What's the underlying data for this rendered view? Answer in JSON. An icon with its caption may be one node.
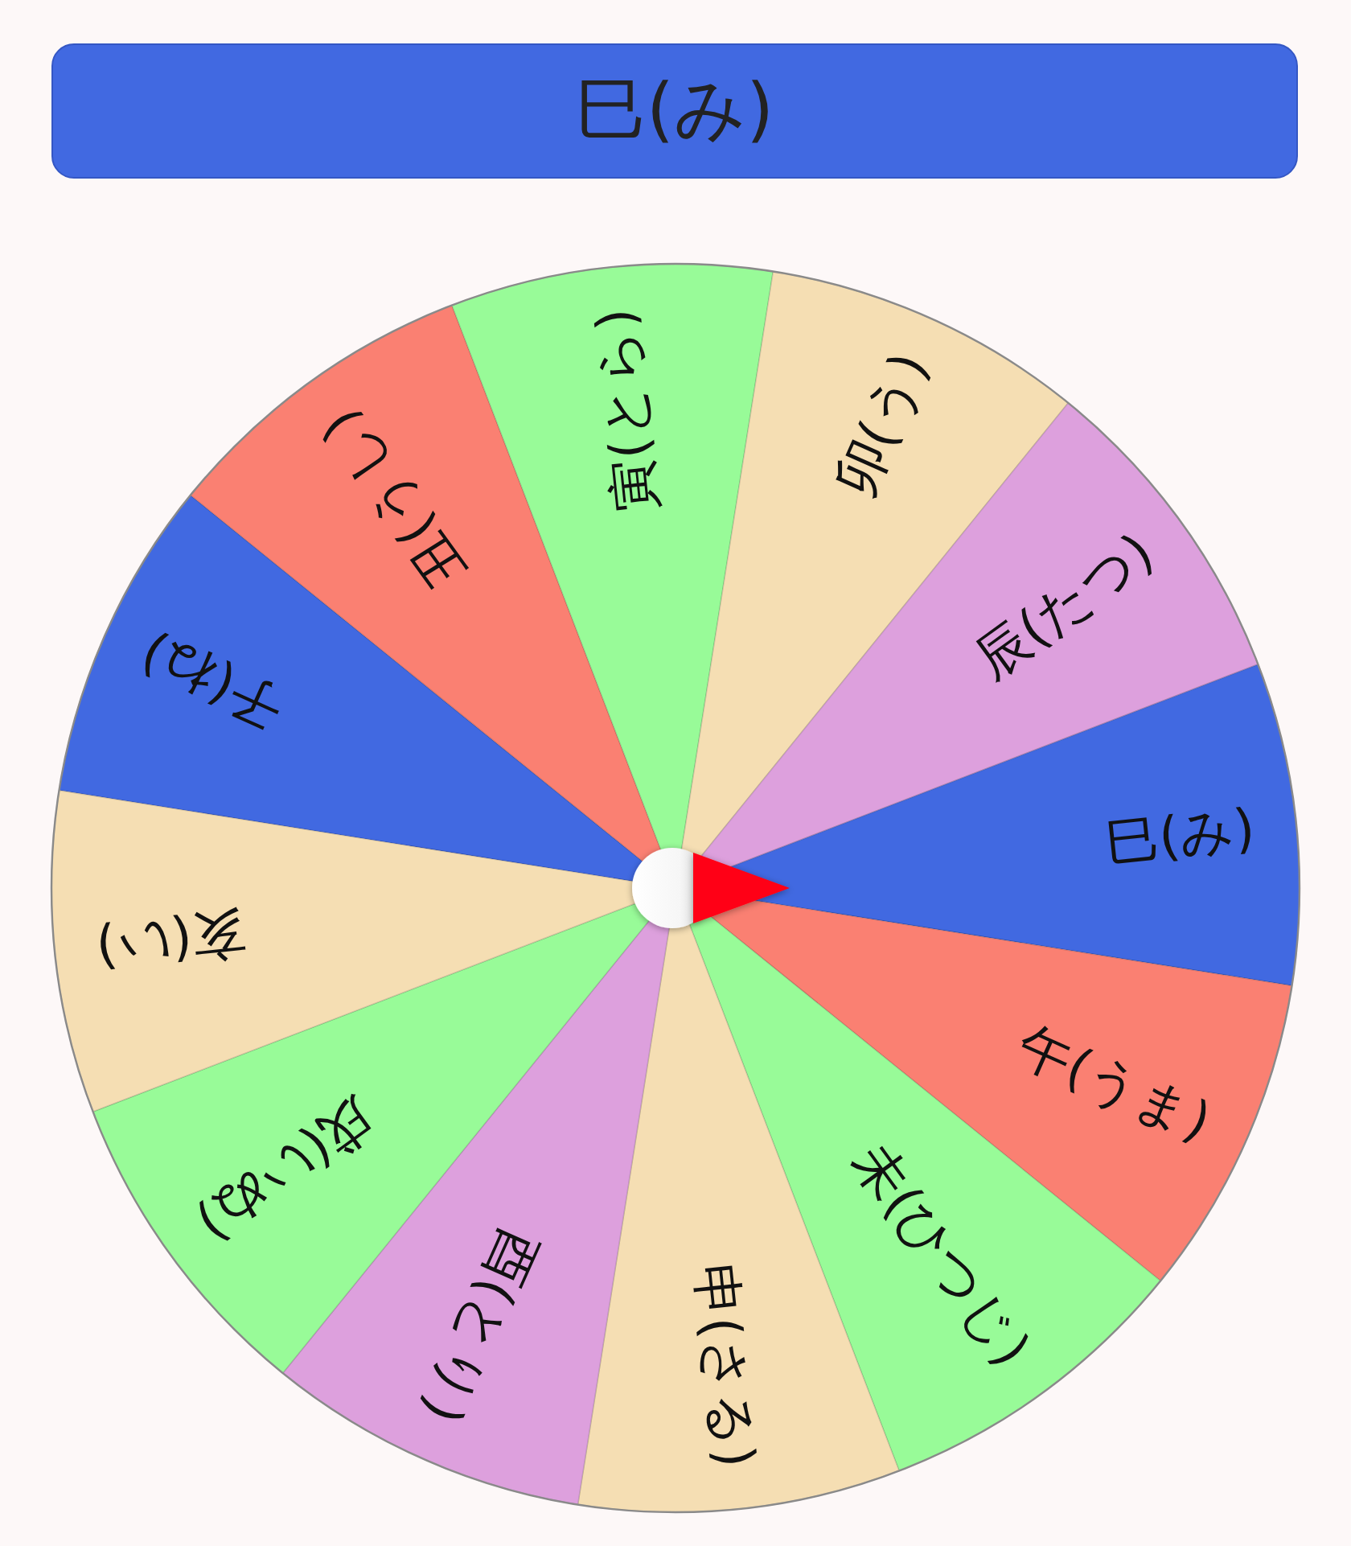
{
  "diagram": {
    "title": "巳(み)",
    "nodes": [
      {
        "text": [
          "子(ね)"
        ]
      },
      {
        "text": [
          "丑(うし)"
        ]
      },
      {
        "text": [
          "寅(とら)"
        ]
      },
      {
        "text": [
          "卯(う)"
        ]
      },
      {
        "text": [
          "辰(たつ)"
        ]
      },
      {
        "text": [
          "巳(み)"
        ]
      },
      {
        "text": [
          "午(うま)"
        ]
      },
      {
        "text": [
          "未(ひつじ)"
        ]
      },
      {
        "text": [
          "申(さる)"
        ]
      },
      {
        "text": [
          "酉(とり)"
        ]
      },
      {
        "text": [
          "戌(いぬ)"
        ]
      },
      {
        "text": [
          "亥(い)"
        ]
      }
    ]
  }
}
